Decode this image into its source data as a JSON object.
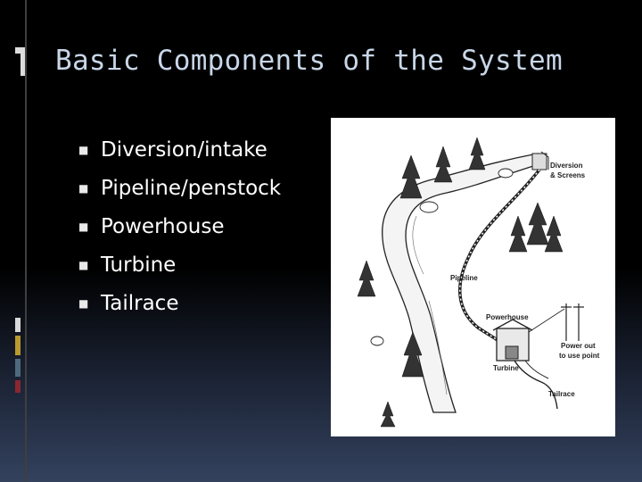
{
  "slide": {
    "title": "Basic Components of the System",
    "bullets": [
      {
        "label": "Diversion/intake"
      },
      {
        "label": "Pipeline/penstock"
      },
      {
        "label": "Powerhouse"
      },
      {
        "label": "Turbine"
      },
      {
        "label": "Tailrace"
      }
    ],
    "bullet_icon": "square-bullet-icon"
  },
  "diagram": {
    "labels": {
      "diversion_1": "Diversion",
      "diversion_2": "& Screens",
      "pipeline": "Pipeline",
      "powerhouse": "Powerhouse",
      "power_out_1": "Power out",
      "power_out_2": "to use point",
      "turbine": "Turbine",
      "tailrace": "Tailrace"
    }
  },
  "colors": {
    "title": "#c8d6e8",
    "bullet_text": "#ffffff",
    "background": "#000000"
  }
}
